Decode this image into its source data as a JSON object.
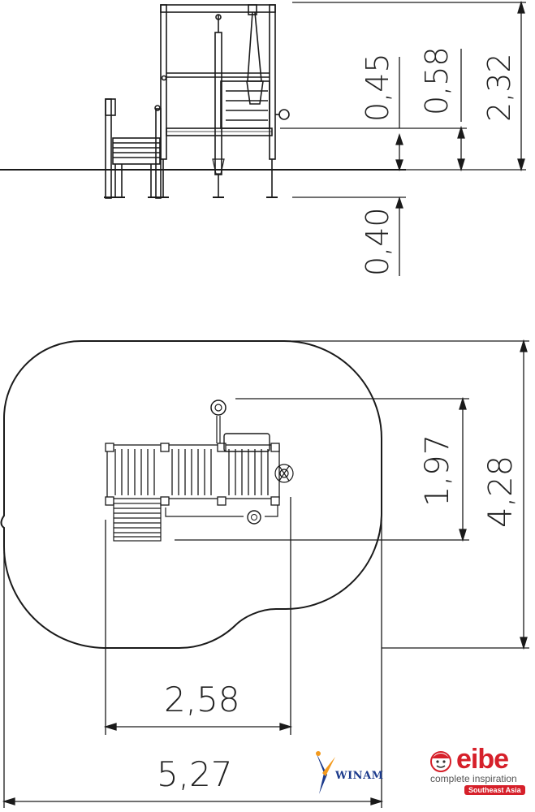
{
  "dimensions": {
    "side_view": {
      "fall_height_1": "0,45",
      "fall_height_2": "0,58",
      "total_height": "2,32",
      "foundation_depth": "0,40"
    },
    "plan_view": {
      "equipment_depth": "1,97",
      "area_depth": "4,28",
      "equipment_width": "2,58",
      "area_width": "5,27"
    }
  },
  "logos": {
    "winam": {
      "text": "WINAM",
      "color": "#1b3a8c",
      "accent": "#f39a1e"
    },
    "eibe": {
      "word": "eibe",
      "tagline": "complete inspiration",
      "region": "Southeast Asia",
      "color": "#d6202a"
    }
  }
}
